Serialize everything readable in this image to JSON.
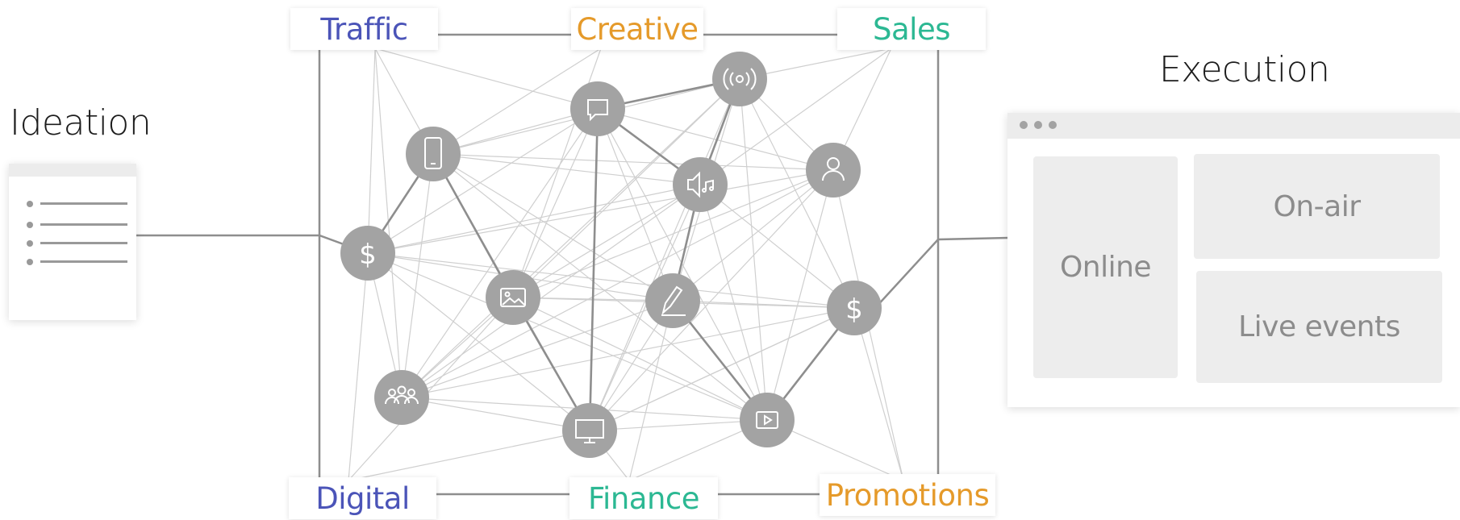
{
  "headings": {
    "ideation": "Ideation",
    "execution": "Execution"
  },
  "tags": {
    "traffic": {
      "label": "Traffic",
      "color": "#4b54b8"
    },
    "creative": {
      "label": "Creative",
      "color": "#e59a2a"
    },
    "sales": {
      "label": "Sales",
      "color": "#2cb893"
    },
    "digital": {
      "label": "Digital",
      "color": "#4b54b8"
    },
    "finance": {
      "label": "Finance",
      "color": "#2cb893"
    },
    "promotions": {
      "label": "Promotions",
      "color": "#e59a2a"
    }
  },
  "execution_panels": {
    "online": "Online",
    "on_air": "On-air",
    "live_events": "Live events"
  },
  "nodes": [
    {
      "id": "smartphone",
      "icon": "smartphone-icon"
    },
    {
      "id": "chat",
      "icon": "chat-bubble-icon"
    },
    {
      "id": "broadcast",
      "icon": "broadcast-icon"
    },
    {
      "id": "person",
      "icon": "person-icon"
    },
    {
      "id": "dollar-left",
      "icon": "dollar-icon"
    },
    {
      "id": "speaker",
      "icon": "speaker-music-icon"
    },
    {
      "id": "image",
      "icon": "image-icon"
    },
    {
      "id": "pen",
      "icon": "pen-icon"
    },
    {
      "id": "dollar-right",
      "icon": "dollar-icon"
    },
    {
      "id": "group",
      "icon": "group-icon"
    },
    {
      "id": "tv",
      "icon": "tv-icon"
    },
    {
      "id": "play",
      "icon": "play-icon"
    }
  ],
  "colors": {
    "node_fill": "#a3a3a3",
    "thin_edge": "#cfcfcf",
    "thick_edge": "#8e8e8e"
  }
}
